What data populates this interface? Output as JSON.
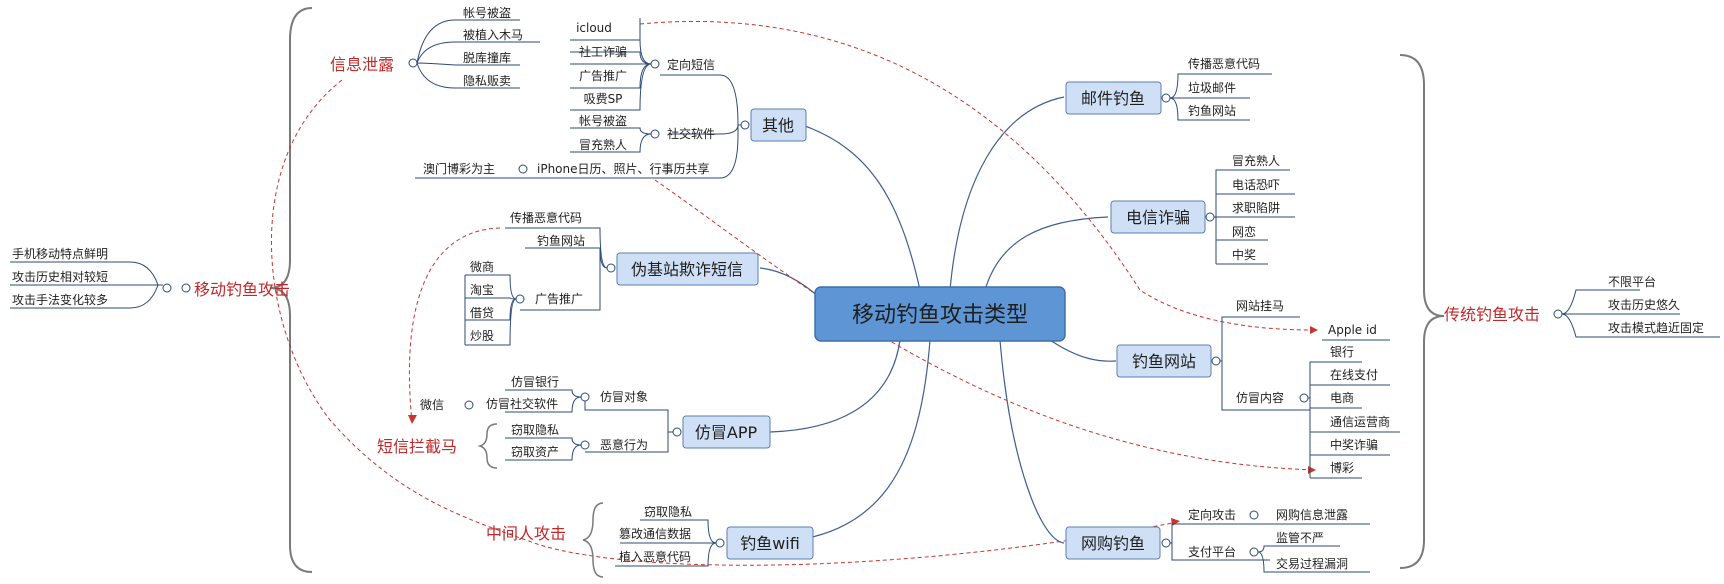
{
  "center": "移动钓鱼攻击类型",
  "left_categories": {
    "mobile_attack": "移动钓鱼攻击",
    "info_leak": "信息泄露",
    "sms_intercept": "短信拦截马",
    "mitm": "中间人攻击"
  },
  "mobile_features": [
    "手机移动特点鲜明",
    "攻击历史相对较短",
    "攻击手法变化较多"
  ],
  "info_leak_items": [
    "帐号被盗",
    "被植入木马",
    "脱库撞库",
    "隐私贩卖"
  ],
  "other": {
    "label": "其他",
    "sms_label": "定向短信",
    "sms_items": [
      "icloud",
      "社工诈骗",
      "广告推广",
      "吸费SP"
    ],
    "social_label": "社交软件",
    "social_items": [
      "帐号被盗",
      "冒充熟人"
    ],
    "macau": "澳门博彩为主",
    "iphone": "iPhone日历、照片、行事历共享"
  },
  "fake_station": {
    "label": "伪基站欺诈短信",
    "items": [
      "传播恶意代码",
      "钓鱼网站"
    ],
    "ad_label": "广告推广",
    "ad_items": [
      "微商",
      "淘宝",
      "借贷",
      "炒股"
    ]
  },
  "fake_app": {
    "label": "仿冒APP",
    "target_label": "仿冒对象",
    "targets": [
      "仿冒银行",
      "仿冒社交软件"
    ],
    "wechat": "微信",
    "malicious_label": "恶意行为",
    "malicious_items": [
      "窃取隐私",
      "窃取资产"
    ]
  },
  "wifi": {
    "label": "钓鱼wifi",
    "items": [
      "窃取隐私",
      "篡改通信数据",
      "植入恶意代码"
    ]
  },
  "email": {
    "label": "邮件钓鱼",
    "items": [
      "传播恶意代码",
      "垃圾邮件",
      "钓鱼网站"
    ]
  },
  "telecom": {
    "label": "电信诈骗",
    "items": [
      "冒充熟人",
      "电话恐吓",
      "求职陷阱",
      "网恋",
      "中奖"
    ]
  },
  "phish_site": {
    "label": "钓鱼网站",
    "hang": "网站挂马",
    "apple": "Apple id",
    "fake_label": "仿冒内容",
    "fake_items": [
      "银行",
      "在线支付",
      "电商",
      "通信运营商",
      "中奖诈骗",
      "博彩"
    ]
  },
  "shopping": {
    "label": "网购钓鱼",
    "directed": "定向攻击",
    "leak": "网购信息泄露",
    "pay_label": "支付平台",
    "pay_items": [
      "监管不严",
      "交易过程漏洞"
    ]
  },
  "traditional": {
    "label": "传统钓鱼攻击",
    "items": [
      "不限平台",
      "攻击历史悠久",
      "攻击模式趋近固定"
    ]
  }
}
